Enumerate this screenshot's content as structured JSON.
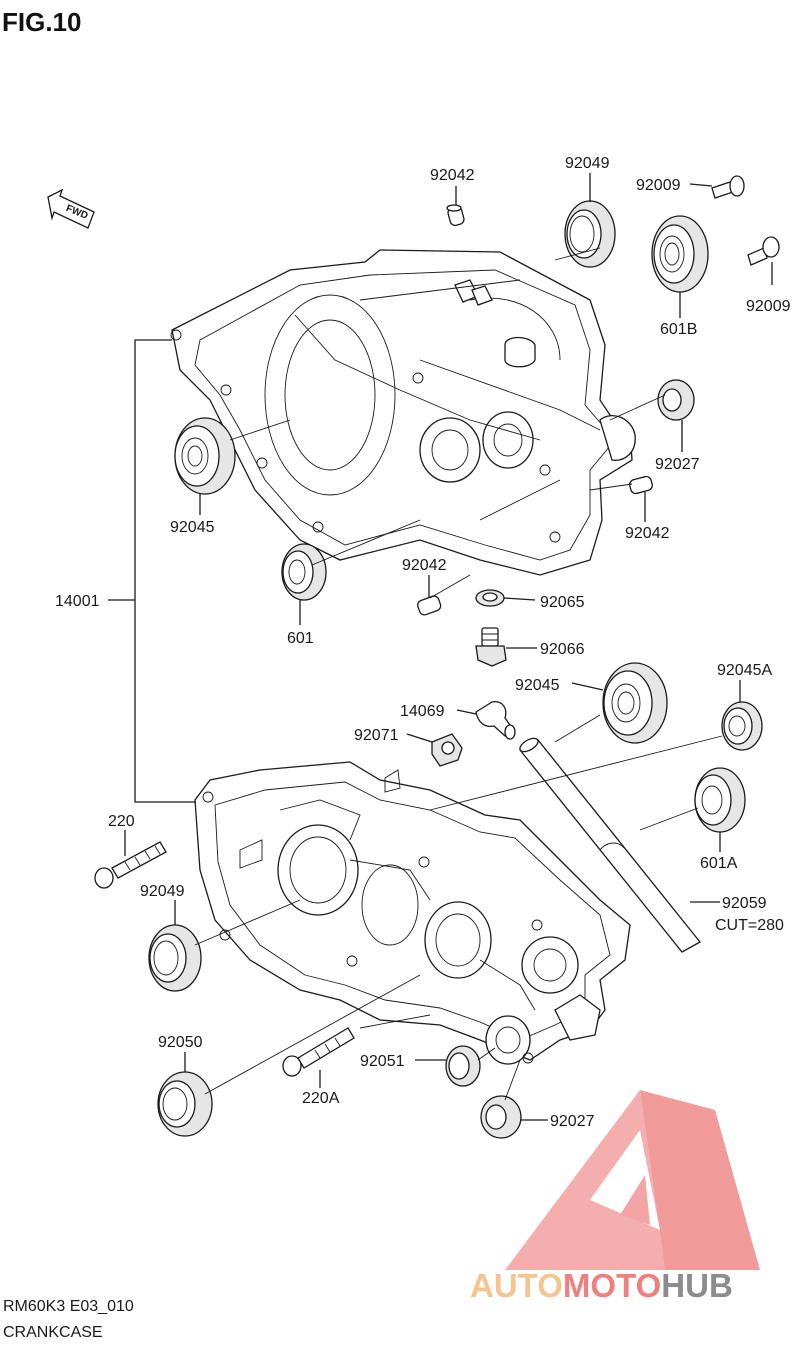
{
  "figure": {
    "title": "FIG.10",
    "fwd_label": "FWD",
    "model_code": "RM60K3 E03_010",
    "section_name": "CRANKCASE"
  },
  "watermark": {
    "text_a": "AUTO",
    "text_b": "MOTO",
    "text_c": "HUB",
    "colors": {
      "auto": "#f6c58f",
      "moto": "#f08080",
      "hub": "#8c8c8c",
      "logo": "#f19a9a"
    }
  },
  "parts": {
    "p_92042_top": "92042",
    "p_92049_top": "92049",
    "p_92009_top": "92009",
    "p_92009_right": "92009",
    "p_601B": "601B",
    "p_92027_upper": "92027",
    "p_92042_right": "92042",
    "p_92045_left": "92045",
    "p_14001": "14001",
    "p_601": "601",
    "p_92042_mid": "92042",
    "p_92065": "92065",
    "p_92066": "92066",
    "p_92045_mid": "92045",
    "p_92045A": "92045A",
    "p_14069": "14069",
    "p_92071": "92071",
    "p_220": "220",
    "p_92049_left": "92049",
    "p_601A": "601A",
    "p_92059": "92059",
    "p_cut": "CUT=280",
    "p_92050": "92050",
    "p_92051": "92051",
    "p_220A": "220A",
    "p_92027_lower": "92027"
  }
}
